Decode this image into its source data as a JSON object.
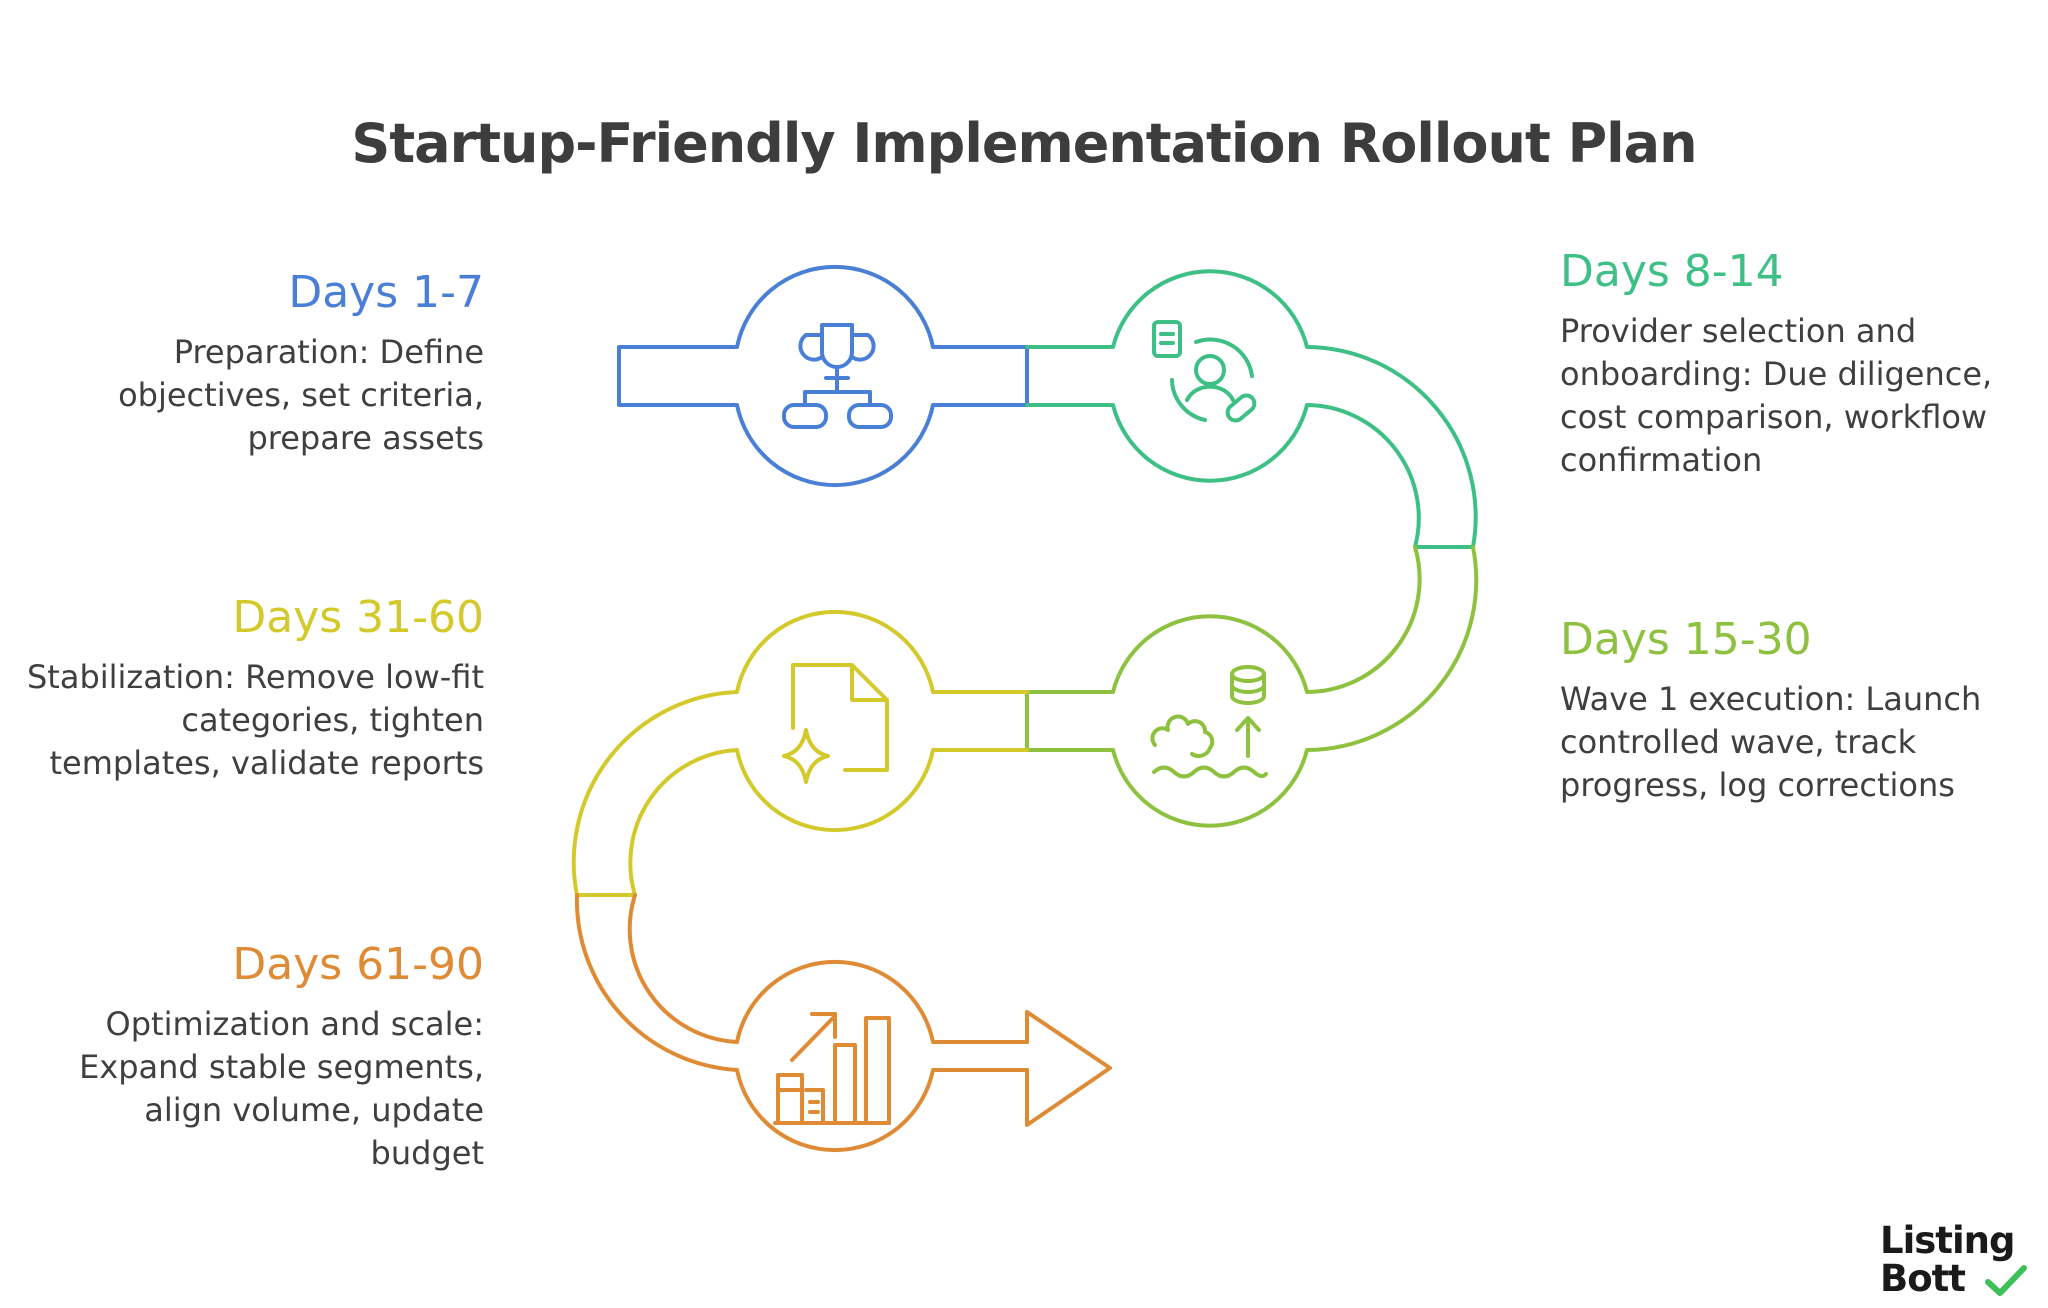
{
  "title": "Startup-Friendly Implementation Rollout Plan",
  "colors": {
    "blue": "#4a7fd6",
    "green": "#3dbf85",
    "lime": "#8dc13f",
    "yellow": "#d4c92a",
    "orange": "#df8a34",
    "title": "#3d3d3d",
    "body_text": "#3f3f3f"
  },
  "steps": [
    {
      "heading": "Days 1-7",
      "description": "Preparation: Define objectives, set criteria, prepare assets",
      "icon": "trophy-org-chart-icon",
      "color": "#4a7fd6"
    },
    {
      "heading": "Days 8-14",
      "description": "Provider selection and onboarding: Due diligence, cost comparison, workflow confirmation",
      "icon": "user-document-icon",
      "color": "#3dbf85"
    },
    {
      "heading": "Days 15-30",
      "description": "Wave 1 execution: Launch controlled wave, track progress, log corrections",
      "icon": "wave-database-icon",
      "color": "#8dc13f"
    },
    {
      "heading": "Days 31-60",
      "description": "Stabilization: Remove low-fit categories, tighten templates, validate reports",
      "icon": "document-sparkle-icon",
      "color": "#d4c92a"
    },
    {
      "heading": "Days 61-90",
      "description": "Optimization and scale: Expand stable segments, align volume, update budget",
      "icon": "growth-chart-icon",
      "color": "#df8a34"
    }
  ],
  "logo": {
    "line1": "Listing",
    "line2": "Bott"
  }
}
